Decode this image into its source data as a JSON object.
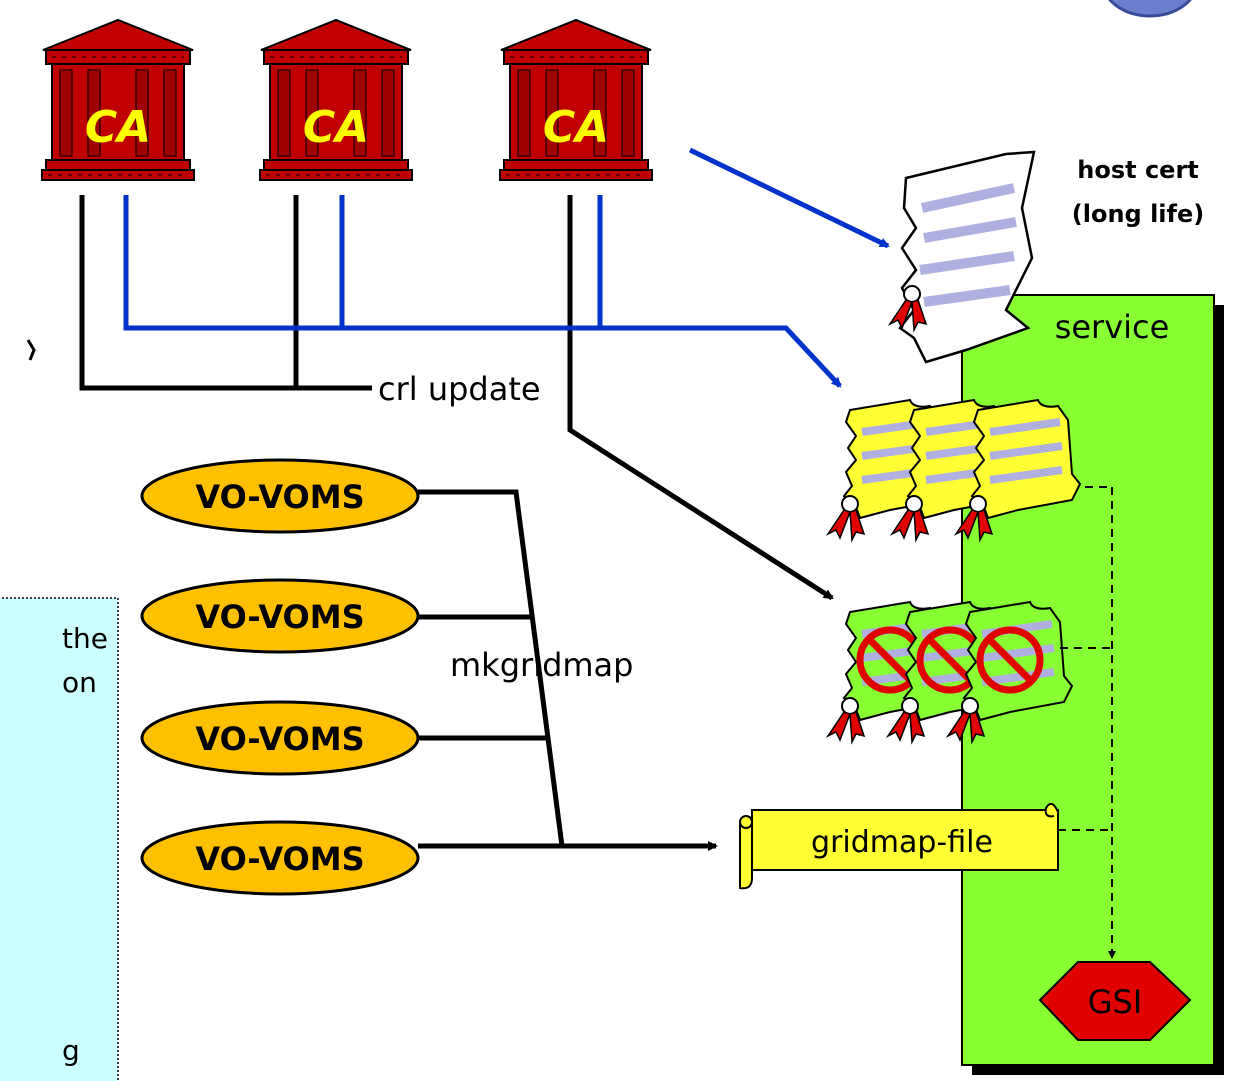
{
  "ca_buildings": [
    {
      "label": "CA"
    },
    {
      "label": "CA"
    },
    {
      "label": "CA"
    }
  ],
  "labels": {
    "crl_update": "crl update",
    "host_cert_line1": "host cert",
    "host_cert_line2": "(long life)",
    "service": "service",
    "mkgridmap": "mkgridmap",
    "gridmap_file": "gridmap-file",
    "gsi": "GSI"
  },
  "voms_servers": [
    {
      "label": "VO-VOMS"
    },
    {
      "label": "VO-VOMS"
    },
    {
      "label": "VO-VOMS"
    },
    {
      "label": "VO-VOMS"
    }
  ],
  "side_note_fragments": {
    "line1": "the",
    "line2": "on",
    "line3": "g"
  },
  "colors": {
    "ca_red": "#c00000",
    "service_green": "#88ff33",
    "cert_yellow": "#ffff33",
    "voms_orange": "#ffc000",
    "gsi_red": "#e00000",
    "blue_line": "#0033cc",
    "note_bg": "#ccffff"
  }
}
